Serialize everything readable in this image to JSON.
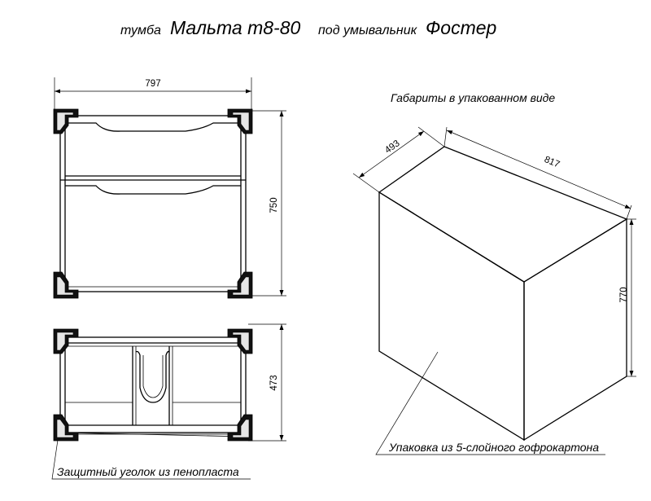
{
  "title": {
    "prefix": "тумба",
    "model": "Мальта т8-80",
    "middle": "под умывальник",
    "sink": "Фостер"
  },
  "front_view": {
    "width": "797",
    "height": "750"
  },
  "top_view": {
    "depth": "473"
  },
  "package_view": {
    "heading": "Габариты в упакованном виде",
    "depth": "493",
    "width": "817",
    "height": "770"
  },
  "annotations": {
    "corner_note": "Защитный уголок из пенопласта",
    "box_note": "Упаковка из 5-слойного гофрокартона"
  }
}
